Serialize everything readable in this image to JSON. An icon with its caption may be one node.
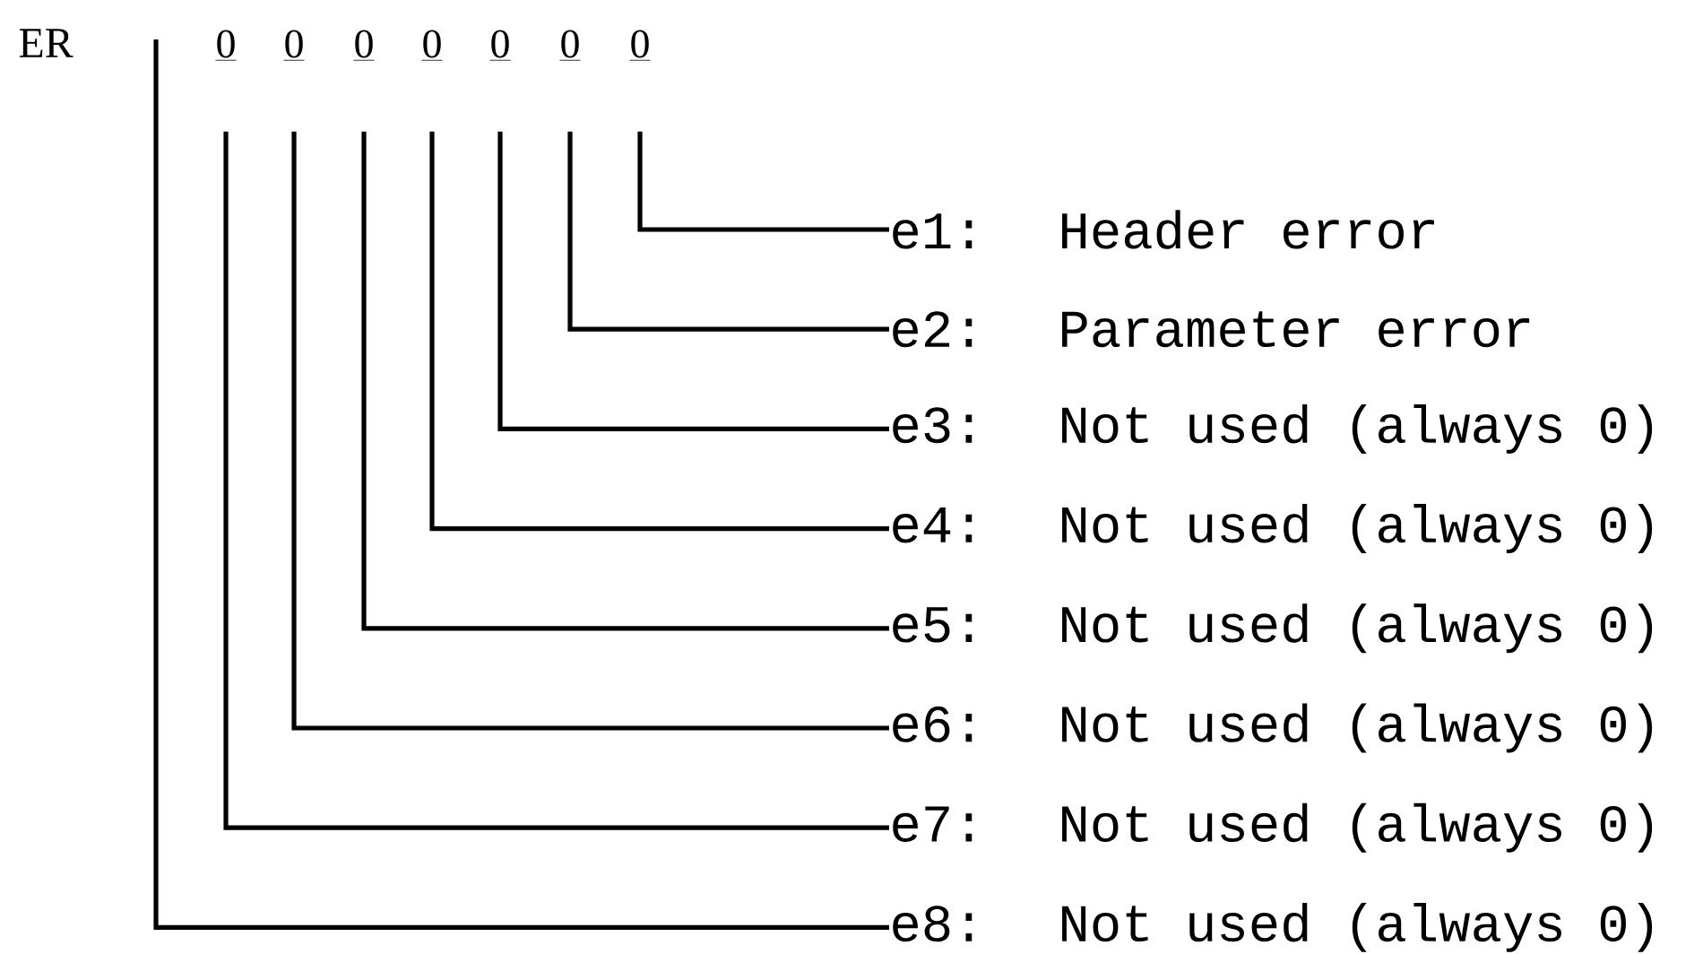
{
  "diagram": {
    "nodes": [
      {
        "text": [
          "0"
        ]
      },
      {
        "text": [
          "0"
        ]
      },
      {
        "text": [
          "0"
        ]
      },
      {
        "text": [
          "0"
        ]
      },
      {
        "text": [
          "0"
        ]
      },
      {
        "text": [
          "0"
        ]
      },
      {
        "text": [
          "0"
        ]
      },
      {
        "text": [
          "e1:",
          "Header error"
        ]
      },
      {
        "text": [
          "e2:",
          "Parameter error"
        ]
      },
      {
        "text": [
          "e3:",
          "Not used (always 0)"
        ]
      },
      {
        "text": [
          "e4:",
          "Not used (always 0)"
        ]
      },
      {
        "text": [
          "e5:",
          "Not used (always 0)"
        ]
      },
      {
        "text": [
          "e6:",
          "Not used (always 0)"
        ]
      },
      {
        "text": [
          "e7:",
          "Not used (always 0)"
        ]
      },
      {
        "text": [
          "e8:",
          "Not used (always 0)"
        ]
      }
    ],
    "edges": [
      {
        "from": 6,
        "to": 7,
        "arrow": "none"
      },
      {
        "from": 5,
        "to": 8,
        "arrow": "none"
      },
      {
        "from": 4,
        "to": 9,
        "arrow": "none"
      },
      {
        "from": 3,
        "to": 10,
        "arrow": "none"
      },
      {
        "from": 2,
        "to": 11,
        "arrow": "none"
      },
      {
        "from": 1,
        "to": 12,
        "arrow": "none"
      },
      {
        "from": 0,
        "to": 13,
        "arrow": "none"
      },
      {
        "from": null,
        "to": 14,
        "arrow": "none"
      }
    ],
    "labels": [
      "ER"
    ]
  }
}
